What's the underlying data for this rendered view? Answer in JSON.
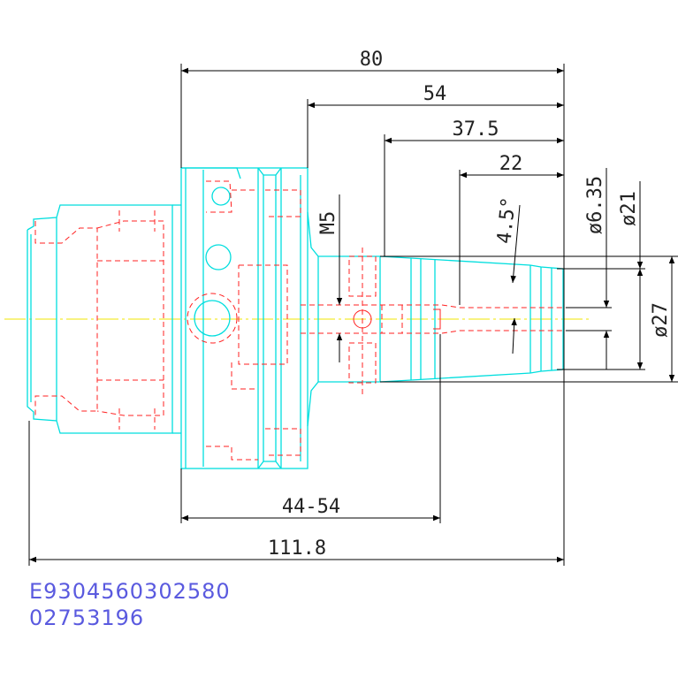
{
  "dimensions": {
    "d80": "80",
    "d54": "54",
    "d37_5": "37.5",
    "d22": "22",
    "m5": "M5",
    "angle": "4.5°",
    "dia_6_35": "ø6.35",
    "dia_21": "ø21",
    "dia_27": "ø27",
    "d44_54": "44-54",
    "d111_8": "111.8"
  },
  "codes": {
    "line1": "E9304560302580",
    "line2": "02753196"
  },
  "colors": {
    "outline": "#00dede",
    "hidden": "#ff2020",
    "centerline": "#f2e600",
    "dimension": "#000000",
    "code_text": "#5a5adf"
  }
}
